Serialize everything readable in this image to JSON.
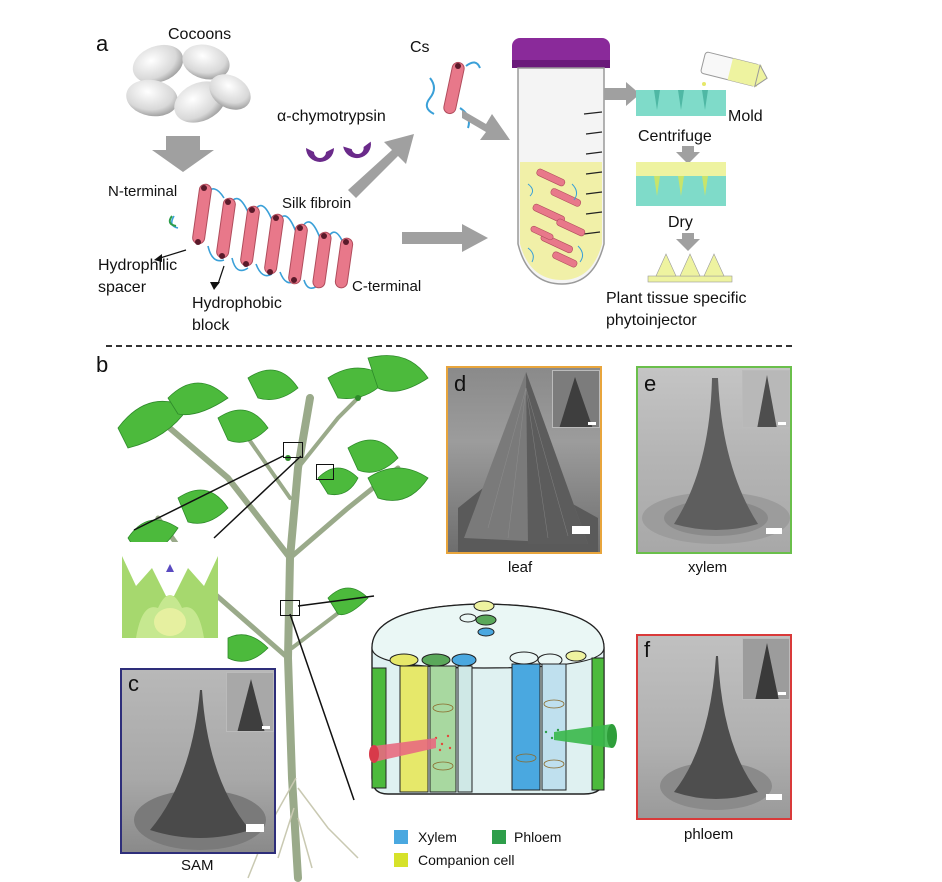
{
  "panels": {
    "a": {
      "letter": "a",
      "cocoons": "Cocoons",
      "cs": "Cs",
      "enzyme": "α-chymotrypsin",
      "n_terminal": "N-terminal",
      "silk_fibroin": "Silk fibroin",
      "hydrophilic_line1": "Hydrophilic",
      "hydrophilic_line2": "spacer",
      "hydrophobic_line1": "Hydrophobic",
      "hydrophobic_line2": "block",
      "c_terminal": "C-terminal",
      "mold": "Mold",
      "centrifuge": "Centrifuge",
      "dry": "Dry",
      "product_line1": "Plant tissue specific",
      "product_line2": "phytoinjector"
    },
    "b": {
      "letter": "b"
    },
    "c": {
      "letter": "c",
      "caption": "SAM",
      "frame_color": "#2e2e7a"
    },
    "d": {
      "letter": "d",
      "caption": "leaf",
      "frame_color": "#e8a53c"
    },
    "e": {
      "letter": "e",
      "caption": "xylem",
      "frame_color": "#6abf4b"
    },
    "f": {
      "letter": "f",
      "caption": "phloem",
      "frame_color": "#d93a3a"
    }
  },
  "legend": [
    {
      "label": "Xylem",
      "color": "#4aa8e0"
    },
    {
      "label": "Phloem",
      "color": "#2e9e4a"
    },
    {
      "label": "Companion cell",
      "color": "#d6e22a"
    }
  ],
  "colors": {
    "fibroin_rod": "#e8788a",
    "fibroin_link": "#3aa0d8",
    "enzyme": "#6a2a8a",
    "tube_cap": "#8a2a9a",
    "mold": "#7fdbc9",
    "arrow_gray": "#9a9a9a",
    "plant_green": "#4cba3c",
    "stem": "#9aaa8a"
  }
}
